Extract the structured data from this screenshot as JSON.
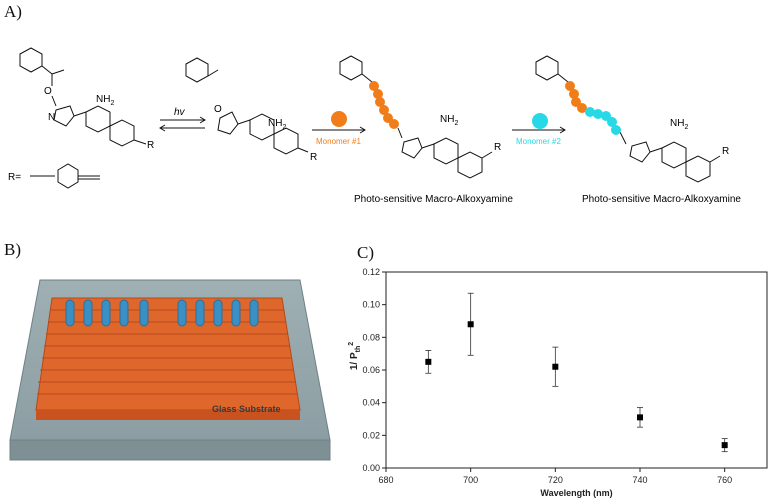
{
  "panels": {
    "a": "A)",
    "b": "B)",
    "c": "C)"
  },
  "scheme": {
    "hv": "hv",
    "nh2": "NH",
    "nh2_sub": "2",
    "o_radical": "O",
    "r_group": "R",
    "r_def": "R=",
    "monomer1": "Monomer #1",
    "monomer2": "Monomer #2",
    "caption1": "Photo-sensitive Macro-Alkoxyamine",
    "caption2": "Photo-sensitive Macro-Alkoxyamine",
    "n_atom": "N",
    "o_atom": "O",
    "monomer1_color": "#f07d1a",
    "monomer2_color": "#27d9e6"
  },
  "device": {
    "substrate_label": "Glass Substrate"
  },
  "chart_data": {
    "type": "scatter",
    "xlabel": "Wavelength (nm)",
    "ylabel_main": "1/ P",
    "ylabel_sub": "th",
    "ylabel_sup": "2",
    "xlim": [
      680,
      770
    ],
    "ylim": [
      0,
      0.12
    ],
    "xticks": [
      680,
      700,
      720,
      740,
      760
    ],
    "yticks": [
      0.0,
      0.02,
      0.04,
      0.06,
      0.08,
      0.1,
      0.12
    ],
    "x": [
      690,
      700,
      720,
      740,
      760
    ],
    "y": [
      0.065,
      0.088,
      0.062,
      0.031,
      0.014
    ],
    "err": [
      0.007,
      0.019,
      0.012,
      0.006,
      0.004
    ]
  }
}
